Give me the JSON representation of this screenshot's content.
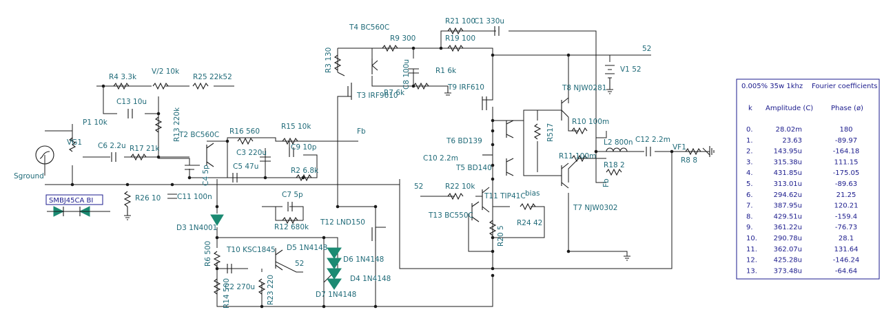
{
  "labels": [
    {
      "id": "r21",
      "text": "R21 100"
    },
    {
      "id": "c1",
      "text": "C1 330u"
    },
    {
      "id": "t4",
      "text": "T4 BC560C"
    },
    {
      "id": "r9",
      "text": "R9 300"
    },
    {
      "id": "r19",
      "text": "R19 100"
    },
    {
      "id": "v52top",
      "text": "52"
    },
    {
      "id": "r3",
      "text": "R3 130"
    },
    {
      "id": "c8",
      "text": "C8 100u"
    },
    {
      "id": "r1",
      "text": "R1 6k"
    },
    {
      "id": "v1",
      "text": "V1 52"
    },
    {
      "id": "r4",
      "text": "R4 3.3k"
    },
    {
      "id": "v2",
      "text": "V/2 10k"
    },
    {
      "id": "r25",
      "text": "R25 22k52"
    },
    {
      "id": "t3",
      "text": "T3 IRF9610"
    },
    {
      "id": "r7",
      "text": "R7 6k"
    },
    {
      "id": "t9",
      "text": "T9 IRF610"
    },
    {
      "id": "t8",
      "text": "T8 NJW0281"
    },
    {
      "id": "c13",
      "text": "C13 10u"
    },
    {
      "id": "p1",
      "text": "P1 10k"
    },
    {
      "id": "r13",
      "text": "R13 220k"
    },
    {
      "id": "r10",
      "text": "R10 100m"
    },
    {
      "id": "r517",
      "text": "R517"
    },
    {
      "id": "t2",
      "text": "T2 BC560C"
    },
    {
      "id": "r16",
      "text": "R16 560"
    },
    {
      "id": "r15",
      "text": "R15 10k"
    },
    {
      "id": "fb1",
      "text": "Fb"
    },
    {
      "id": "t6",
      "text": "T6 BD139"
    },
    {
      "id": "l2",
      "text": "L2 800n"
    },
    {
      "id": "c12",
      "text": "C12 2.2m"
    },
    {
      "id": "vf",
      "text": "VF1"
    },
    {
      "id": "vg1",
      "text": "VG1"
    },
    {
      "id": "c6",
      "text": "C6 2.2u"
    },
    {
      "id": "r17",
      "text": "R17 21k"
    },
    {
      "id": "c3",
      "text": "C3 220u"
    },
    {
      "id": "c9",
      "text": "C9 10p"
    },
    {
      "id": "r8",
      "text": "R8 8"
    },
    {
      "id": "c10",
      "text": "C10 2.2m"
    },
    {
      "id": "r11",
      "text": "R11 100m"
    },
    {
      "id": "r18",
      "text": "R18 2"
    },
    {
      "id": "c5",
      "text": "C5 47u"
    },
    {
      "id": "r2",
      "text": "R2 6.8k"
    },
    {
      "id": "t5",
      "text": "T5 BD140"
    },
    {
      "id": "sground",
      "text": "Sground"
    },
    {
      "id": "c4",
      "text": "C4 5p"
    },
    {
      "id": "fb2",
      "text": "Fb"
    },
    {
      "id": "v52mid",
      "text": "52"
    },
    {
      "id": "r22",
      "text": "R22 10k"
    },
    {
      "id": "t11",
      "text": "T11 TIP41C"
    },
    {
      "id": "bias",
      "text": "bias"
    },
    {
      "id": "r26",
      "text": "R26 10"
    },
    {
      "id": "c11",
      "text": "C11 100n"
    },
    {
      "id": "c7",
      "text": "C7 5p"
    },
    {
      "id": "t7",
      "text": "T7 NJW0302"
    },
    {
      "id": "t13",
      "text": "T13 BC550C"
    },
    {
      "id": "r24",
      "text": "R24 42"
    },
    {
      "id": "d3",
      "text": "D3 1N4001"
    },
    {
      "id": "r12",
      "text": "R12 680k"
    },
    {
      "id": "t12",
      "text": "T12 LND150"
    },
    {
      "id": "r20",
      "text": "R20 5"
    },
    {
      "id": "d5",
      "text": "D5 1N4148"
    },
    {
      "id": "r6",
      "text": "R6 500"
    },
    {
      "id": "t10",
      "text": "T10 KSC1845"
    },
    {
      "id": "d6",
      "text": "D6 1N4148"
    },
    {
      "id": "v52bot",
      "text": "52"
    },
    {
      "id": "c2",
      "text": "C2 270u"
    },
    {
      "id": "d4",
      "text": "D4 1N4148"
    },
    {
      "id": "r23",
      "text": "R23 220"
    },
    {
      "id": "r14",
      "text": "R14 500"
    },
    {
      "id": "d7",
      "text": "D7 1N4148"
    }
  ],
  "tvs_label": "SMBJ45CA BI",
  "fourier": {
    "title_left": "0.005% 35w 1khz",
    "title_right": "Fourier coefficients",
    "col_k": "k",
    "col_amp": "Amplitude (C)",
    "col_phase": "Phase (ø)",
    "rows": [
      {
        "k": "0.",
        "amp": "28.02m",
        "phase": "180"
      },
      {
        "k": "1.",
        "amp": "23.63",
        "phase": "-89.97"
      },
      {
        "k": "2.",
        "amp": "143.95u",
        "phase": "-164.18"
      },
      {
        "k": "3.",
        "amp": "315.38u",
        "phase": "111.15"
      },
      {
        "k": "4.",
        "amp": "431.85u",
        "phase": "-175.05"
      },
      {
        "k": "5.",
        "amp": "313.01u",
        "phase": "-89.63"
      },
      {
        "k": "6.",
        "amp": "294.62u",
        "phase": "21.25"
      },
      {
        "k": "7.",
        "amp": "387.95u",
        "phase": "120.21"
      },
      {
        "k": "8.",
        "amp": "429.51u",
        "phase": "-159.4"
      },
      {
        "k": "9.",
        "amp": "361.22u",
        "phase": "-76.73"
      },
      {
        "k": "10.",
        "amp": "290.78u",
        "phase": "28.1"
      },
      {
        "k": "11.",
        "amp": "362.07u",
        "phase": "131.64"
      },
      {
        "k": "12.",
        "amp": "425.28u",
        "phase": "-146.24"
      },
      {
        "k": "13.",
        "amp": "373.48u",
        "phase": "-64.64"
      }
    ]
  },
  "colors": {
    "label": "#1f6a78",
    "wire": "#1a1a1a",
    "diode": "#1b8a72",
    "panel_text": "#1a1a8c"
  }
}
